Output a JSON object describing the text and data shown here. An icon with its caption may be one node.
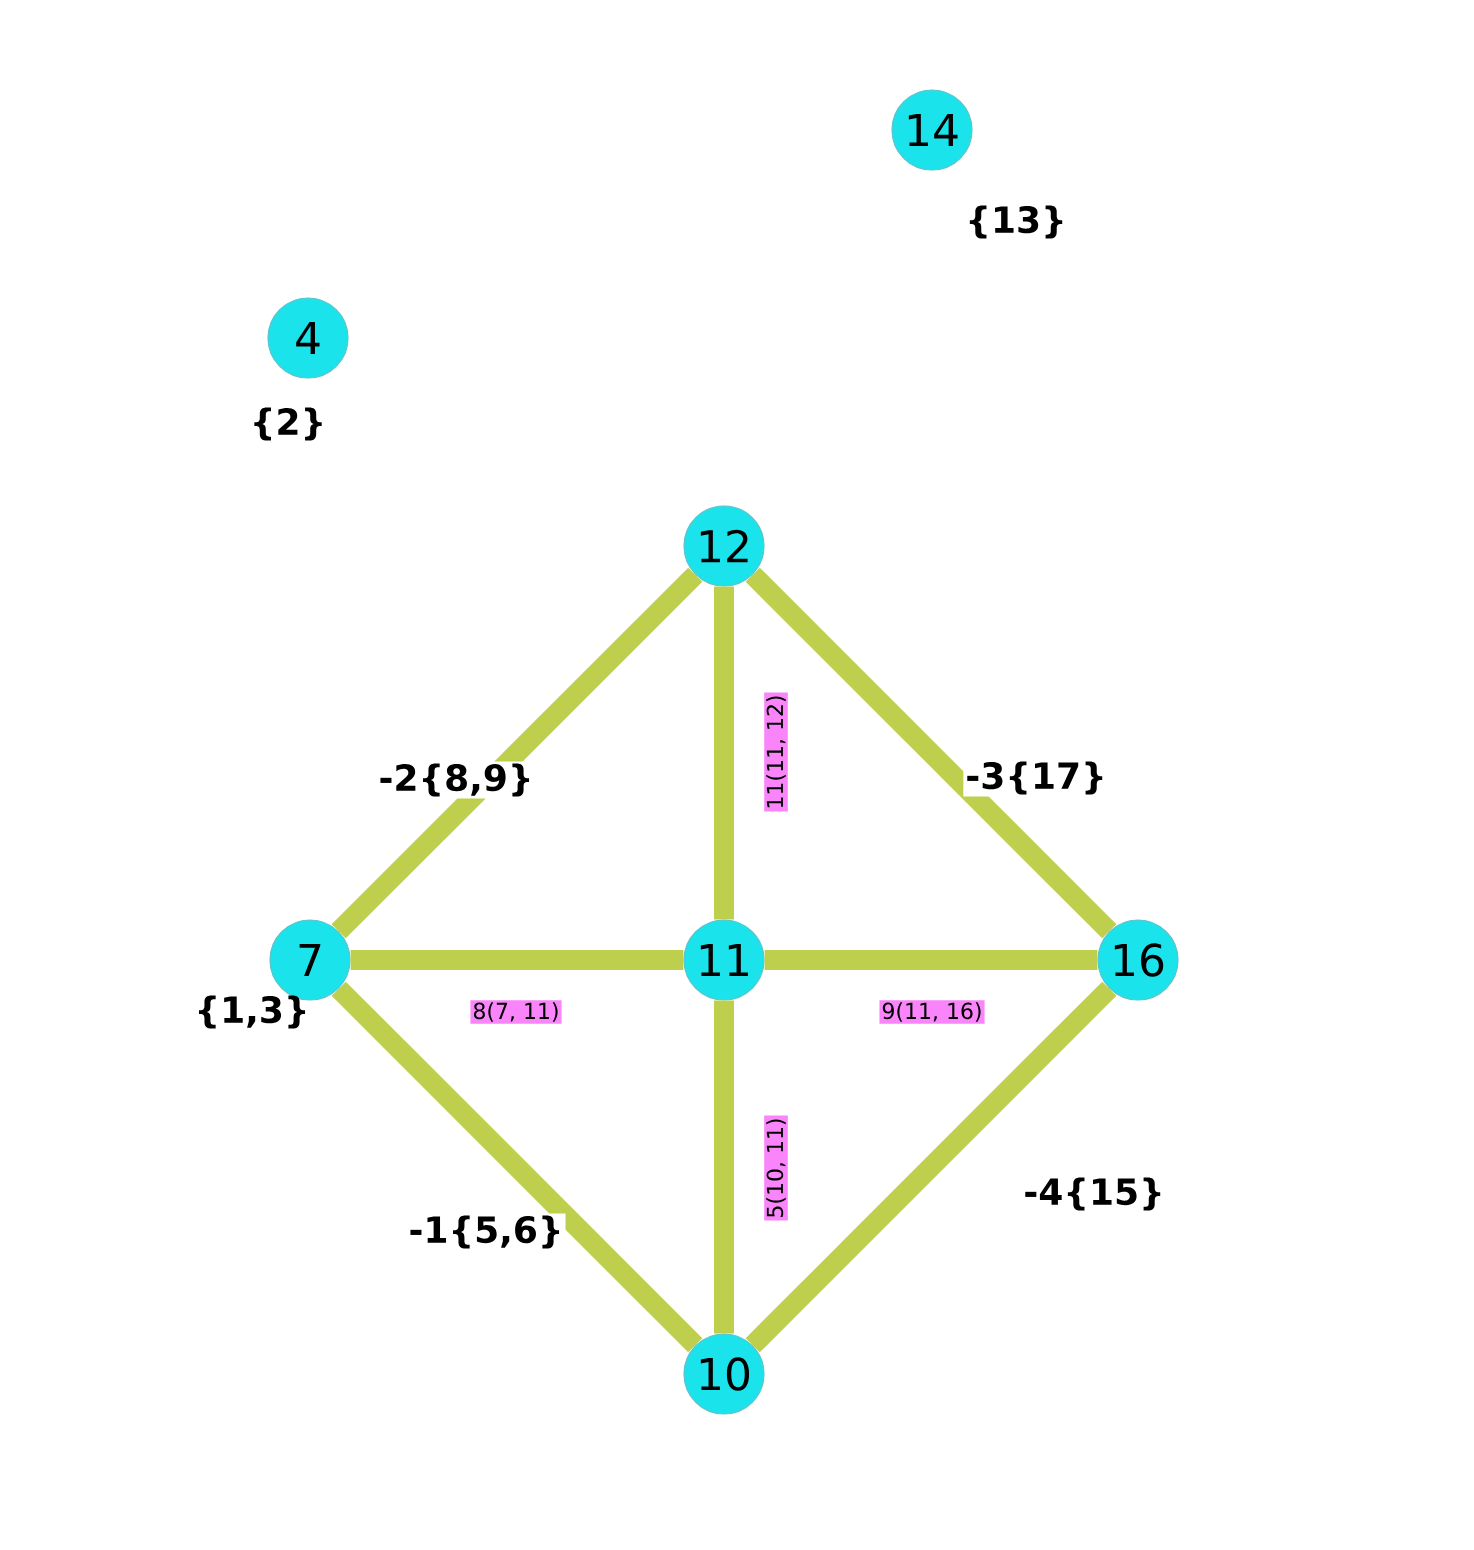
{
  "diagram": {
    "nodes": [
      {
        "text": [
          "14"
        ],
        "beside": [
          "{13}"
        ]
      },
      {
        "text": [
          "4"
        ],
        "beside": [
          "{2}"
        ]
      },
      {
        "text": [
          "12"
        ]
      },
      {
        "text": [
          "7"
        ],
        "beside": [
          "{1,3}"
        ]
      },
      {
        "text": [
          "11"
        ]
      },
      {
        "text": [
          "16"
        ]
      },
      {
        "text": [
          "10"
        ]
      }
    ],
    "edges": [
      {
        "from": 3,
        "to": 2,
        "arrow": "none",
        "label": "-2{8,9}"
      },
      {
        "from": 2,
        "to": 5,
        "arrow": "none",
        "label": "-3{17}"
      },
      {
        "from": 4,
        "to": 2,
        "arrow": "none",
        "label": "11(11, 12)"
      },
      {
        "from": 3,
        "to": 4,
        "arrow": "none",
        "label": "8(7, 11)"
      },
      {
        "from": 4,
        "to": 5,
        "arrow": "none",
        "label": "9(11, 16)"
      },
      {
        "from": 6,
        "to": 4,
        "arrow": "none",
        "label": "5(10, 11)"
      },
      {
        "from": 3,
        "to": 6,
        "arrow": "none",
        "label": "-1{5,6}"
      },
      {
        "from": 6,
        "to": 5,
        "arrow": "none",
        "label": "-4{15}"
      }
    ]
  }
}
